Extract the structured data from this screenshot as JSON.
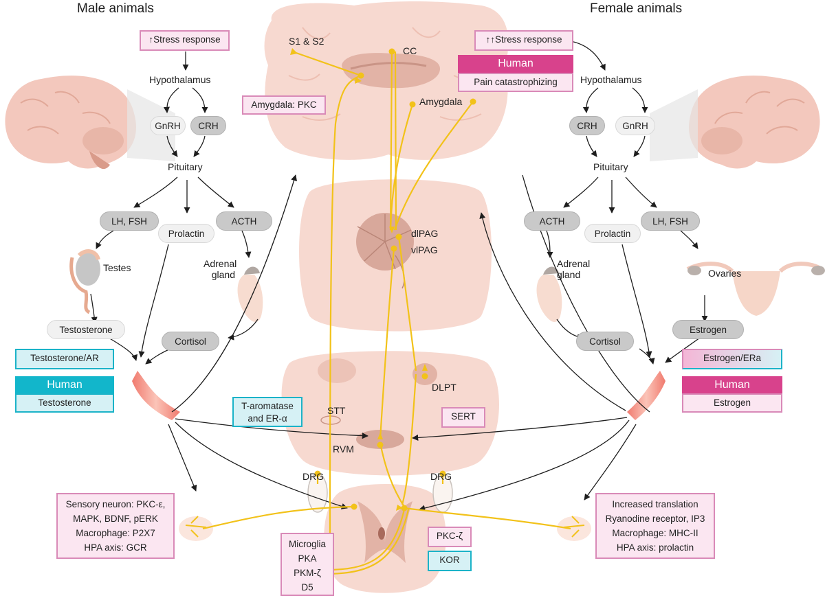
{
  "headings": {
    "male": "Male animals",
    "female": "Female animals"
  },
  "male": {
    "stress": "↑Stress response",
    "hypothalamus": "Hypothalamus",
    "gnrh": "GnRH",
    "crh": "CRH",
    "pituitary": "Pituitary",
    "lh_fsh": "LH, FSH",
    "prolactin": "Prolactin",
    "acth": "ACTH",
    "testes": "Testes",
    "adrenal": [
      "Adrenal",
      "gland"
    ],
    "testosterone": "Testosterone",
    "cortisol": "Cortisol",
    "receptor_box": "Testosterone/AR",
    "human_header": "Human",
    "human_value": "Testosterone",
    "periphery_box": [
      "Sensory neuron: PKC-ε,",
      "MAPK, BDNF, pERK",
      "Macrophage: P2X7",
      "HPA axis: GCR"
    ]
  },
  "female": {
    "stress": "↑↑Stress response",
    "human_header": "Human",
    "human_value": "Pain catastrophizing",
    "hypothalamus": "Hypothalamus",
    "crh": "CRH",
    "gnrh": "GnRH",
    "pituitary": "Pituitary",
    "acth": "ACTH",
    "prolactin": "Prolactin",
    "lh_fsh": "LH, FSH",
    "adrenal": [
      "Adrenal",
      "gland"
    ],
    "ovaries": "Ovaries",
    "cortisol": "Cortisol",
    "estrogen": "Estrogen",
    "receptor_box": "Estrogen/ERa",
    "human2_header": "Human",
    "human2_value": "Estrogen",
    "periphery_box": [
      "Increased translation",
      "Ryanodine receptor, IP3",
      "Macrophage: MHC-II",
      "HPA axis: prolactin"
    ]
  },
  "center": {
    "s1s2": "S1 & S2",
    "cc": "CC",
    "amygdala_pkc": "Amygdala: PKC",
    "amygdala": "Amygdala",
    "dlpag": "dlPAG",
    "vlpag": "vlPAG",
    "dlpt": "DLPT",
    "stt": "STT",
    "rvm": "RVM",
    "t_aromatase": [
      "T-aromatase",
      "and ER-α"
    ],
    "sert": "SERT",
    "drg_left": "DRG",
    "drg_right": "DRG",
    "microglia": [
      "Microglia",
      "PKA",
      "PKM-ζ",
      "D5"
    ],
    "pkc_zeta": "PKC-ζ",
    "kor": "KOR"
  },
  "colors": {
    "pathway": "#f2c21a",
    "tissue": "#f7d9d0",
    "pink_border": "#d98ab8",
    "pink_fill": "#fbe6f1",
    "cyan_border": "#1bb3c8",
    "cyan_fill": "#d6f1f5",
    "human_pink": "#d8428c",
    "human_cyan": "#12b6cb"
  }
}
